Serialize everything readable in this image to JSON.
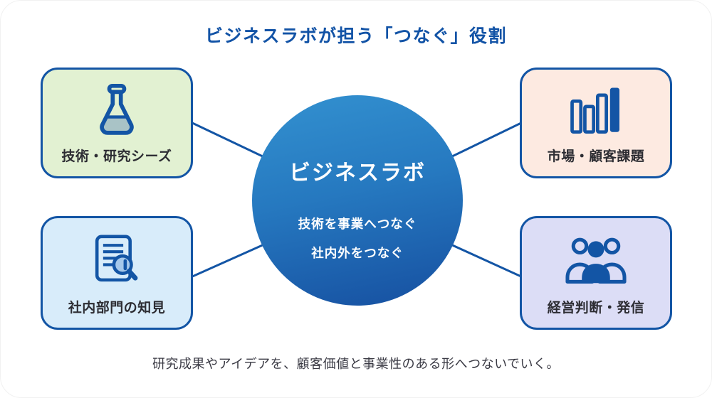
{
  "page": {
    "title": "ビジネスラボが担う「つなぐ」役割",
    "caption": "研究成果やアイデアを、顧客価値と事業性のある形へつないでいく。"
  },
  "center": {
    "title": "ビジネスラボ",
    "lines": [
      "技術を事業へつなぐ",
      "社内外をつなぐ"
    ]
  },
  "nodes": [
    {
      "id": "tech-seeds",
      "label": "技術・研究シーズ",
      "icon": "flask-icon",
      "bg_key": "node_green"
    },
    {
      "id": "market-issues",
      "label": "市場・顧客課題",
      "icon": "bar-chart-icon",
      "bg_key": "node_peach"
    },
    {
      "id": "internal-insight",
      "label": "社内部門の知見",
      "icon": "document-search-icon",
      "bg_key": "node_blue"
    },
    {
      "id": "management",
      "label": "経営判断・発信",
      "icon": "people-group-icon",
      "bg_key": "node_lavender"
    }
  ],
  "colors": {
    "accent": "#1355a5",
    "title_text": "#1253a6",
    "label_text": "#2d2d33",
    "caption_text": "#3a3a44",
    "circle_top": "#3391d0",
    "circle_bottom": "#164fa0",
    "flask_liquid": "#a9c3c6",
    "lens_fill": "#a5c8ea",
    "node_green": "#e2f1d2",
    "node_peach": "#fdeae1",
    "node_blue": "#d8ecfa",
    "node_lavender": "#dcddf6"
  }
}
